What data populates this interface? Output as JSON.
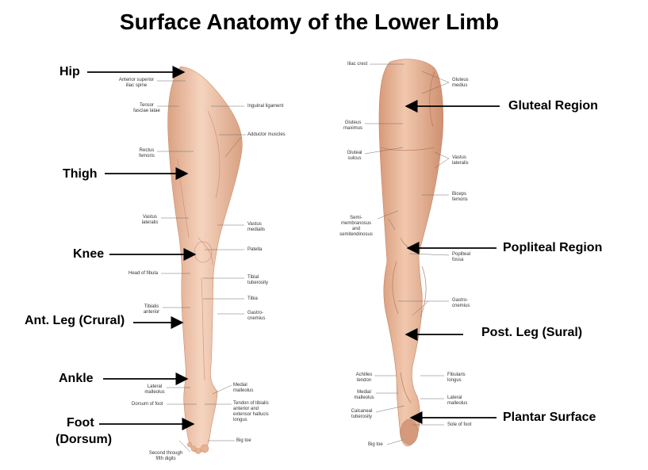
{
  "title": "Surface Anatomy of the Lower Limb",
  "main_labels": {
    "hip": "Hip",
    "thigh": "Thigh",
    "knee": "Knee",
    "ant_leg": "Ant. Leg (Crural)",
    "ankle": "Ankle",
    "foot_1": "Foot",
    "foot_2": "(Dorsum)",
    "gluteal": "Gluteal Region",
    "popliteal": "Popliteal Region",
    "post_leg": "Post. Leg (Sural)",
    "plantar": "Plantar Surface"
  },
  "anterior_labels": {
    "asis_1": "Anterior superior",
    "asis_2": "iliac spine",
    "tfl_1": "Tensor",
    "tfl_2": "fasciae latae",
    "inguinal": "Inguinal ligament",
    "adductor": "Adductor muscles",
    "rectus_1": "Rectus",
    "rectus_2": "femoris",
    "vl_1": "Vastus",
    "vl_2": "lateralis",
    "vm_1": "Vastus",
    "vm_2": "medialis",
    "patella": "Patella",
    "fibula_head": "Head of fibula",
    "tt_1": "Tibial",
    "tt_2": "tuberosity",
    "tibia": "Tibia",
    "ta_1": "Tibialis",
    "ta_2": "anterior",
    "gastro_1": "Gastro-",
    "gastro_2": "cnemius",
    "lat_mall_1": "Lateral",
    "lat_mall_2": "malleolus",
    "med_mall_1": "Medial",
    "med_mall_2": "malleolus",
    "dorsum": "Dorsum of foot",
    "tendon_1": "Tendon of tibialis",
    "tendon_2": "anterior and",
    "tendon_3": "extensor hallucis",
    "tendon_4": "longus",
    "big_toe": "Big toe",
    "second_1": "Second through",
    "second_2": "fifth digits"
  },
  "posterior_labels": {
    "iliac_crest": "Iliac crest",
    "gmed_1": "Gluteus",
    "gmed_2": "medius",
    "gmax_1": "Gluteus",
    "gmax_2": "maximus",
    "gsulcus_1": "Gluteal",
    "gsulcus_2": "sulcus",
    "vl_1": "Vastus",
    "vl_2": "lateralis",
    "biceps_1": "Biceps",
    "biceps_2": "femoris",
    "semi_1": "Semi-",
    "semi_2": "membranosus",
    "semi_3": "and",
    "semi_4": "semitendinosus",
    "pop_1": "Popliteal",
    "pop_2": "fossa",
    "gastro_1": "Gastro-",
    "gastro_2": "cnemius",
    "achilles_1": "Achilles",
    "achilles_2": "tendon",
    "fib_1": "Fibularis",
    "fib_2": "longus",
    "med_mall_1": "Medial",
    "med_mall_2": "malleolus",
    "lat_mall_1": "Lateral",
    "lat_mall_2": "malleolus",
    "calc_1": "Calcaneal",
    "calc_2": "tuberosity",
    "sole": "Sole of foot",
    "big_toe": "Big toe"
  },
  "colors": {
    "skin_light": "#f4d2bb",
    "skin_mid": "#e9b596",
    "skin_dark": "#d39577",
    "leader": "#666666"
  }
}
